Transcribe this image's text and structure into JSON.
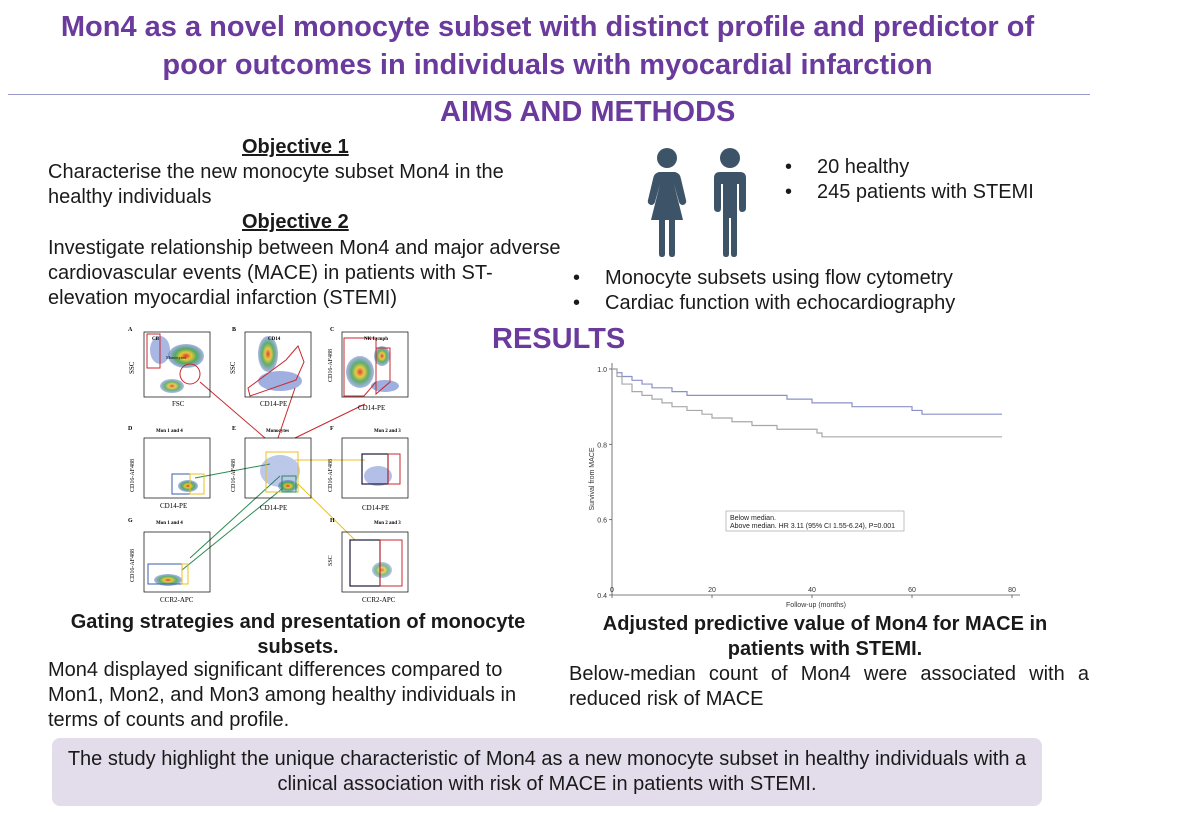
{
  "header": {
    "title_line1": "Mon4 as a novel monocyte subset with distinct profile and predictor of",
    "title_line2": "poor outcomes in individuals with myocardial infarction"
  },
  "aims": {
    "heading": "AIMS AND METHODS",
    "objective1_heading": "Objective 1",
    "objective1_text": "Characterise the new monocyte subset Mon4 in the healthy individuals",
    "objective2_heading": "Objective 2",
    "objective2_text": "Investigate relationship between Mon4 and major adverse cardiovascular events (MACE) in patients with ST-elevation myocardial infarction (STEMI)",
    "population": [
      "20 healthy",
      "245 patients with STEMI"
    ],
    "methods": [
      "Monocyte subsets using flow cytometry",
      "Cardiac function with echocardiography"
    ]
  },
  "results": {
    "heading": "RESULTS",
    "gating_caption": "Gating strategies and presentation of monocyte subsets.",
    "gating_text": "Mon4 displayed significant differences compared to Mon1, Mon2, and Mon3 among healthy individuals in terms of counts and profile.",
    "km_caption": "Adjusted predictive value of Mon4 for MACE in patients with STEMI.",
    "km_text": "Below-median count of Mon4 were associated with a reduced risk of MACE"
  },
  "gating_panels": {
    "A": {
      "letter": "A",
      "header": "CB",
      "xlabel": "FSC",
      "ylabel": "SSC",
      "gate_label": "Monocytes"
    },
    "B": {
      "letter": "B",
      "header": "CD14",
      "xlabel": "CD14-PE",
      "ylabel": "SSC"
    },
    "C": {
      "letter": "C",
      "header": "NK Lymph",
      "xlabel": "CD14-PE",
      "ylabel": "CD16-AF488"
    },
    "D": {
      "letter": "D",
      "header": "Mon 1 and 4",
      "xlabel": "CD14-PE",
      "ylabel": "CD16-AF488"
    },
    "E": {
      "letter": "E",
      "header": "Monocytes",
      "xlabel": "CD14-PE",
      "ylabel": "CD16-AF488"
    },
    "F": {
      "letter": "F",
      "header": "Mon 2 and 3",
      "xlabel": "CD14-PE",
      "ylabel": "CD16-AF488"
    },
    "G": {
      "letter": "G",
      "header": "Mon 1 and 4",
      "xlabel": "CCR2-APC",
      "ylabel": "CD16-AF488"
    },
    "H": {
      "letter": "H",
      "header": "Mon 2 and 3",
      "xlabel": "CCR2-APC",
      "ylabel": "SSC"
    }
  },
  "km_chart": {
    "ylabel": "Survival from MACE",
    "xlabel": "Follow-up (months)",
    "y_ticks": [
      "1.0",
      "0.8",
      "0.6",
      "0.4"
    ],
    "x_ticks": [
      "0",
      "20",
      "40",
      "60",
      "80"
    ],
    "legend_line1": "Below median.",
    "legend_line2": "Above median. HR 3.11 (95% CI 1.55-6.24), P=0.001"
  },
  "chart_data": {
    "type": "line",
    "xlabel": "Follow-up (months)",
    "ylabel": "Survival from MACE",
    "xlim": [
      0,
      80
    ],
    "ylim": [
      0.4,
      1.0
    ],
    "series": [
      {
        "name": "Below median.",
        "color": "#8a90c8",
        "x": [
          0,
          1,
          2,
          4,
          6,
          8,
          12,
          15,
          30,
          35,
          40,
          48,
          60,
          62,
          68,
          78
        ],
        "y": [
          1.0,
          0.99,
          0.98,
          0.97,
          0.96,
          0.95,
          0.94,
          0.93,
          0.93,
          0.92,
          0.91,
          0.9,
          0.89,
          0.88,
          0.88,
          0.88
        ]
      },
      {
        "name": "Above median. HR 3.11 (95% CI 1.55-6.24), P=0.001",
        "color": "#a8a8a8",
        "x": [
          0,
          1,
          2,
          4,
          6,
          8,
          10,
          12,
          15,
          18,
          20,
          24,
          28,
          33,
          38,
          41,
          42,
          44,
          78
        ],
        "y": [
          1.0,
          0.98,
          0.96,
          0.94,
          0.93,
          0.92,
          0.91,
          0.9,
          0.89,
          0.88,
          0.87,
          0.86,
          0.85,
          0.84,
          0.84,
          0.83,
          0.82,
          0.82,
          0.82
        ]
      }
    ]
  },
  "conclusion": {
    "text": "The study highlight the unique characteristic of Mon4 as a new monocyte subset in healthy individuals with a clinical association with risk of MACE in patients with STEMI."
  },
  "colors": {
    "title_purple": "#6a3a9c",
    "icon_slate": "#3d5468",
    "gate_red": "#c8282c",
    "gate_blue": "#3a5ea8",
    "gate_yellow": "#e8c020",
    "gate_green": "#2a8a50",
    "conclusion_bg": "#e2dceb"
  }
}
